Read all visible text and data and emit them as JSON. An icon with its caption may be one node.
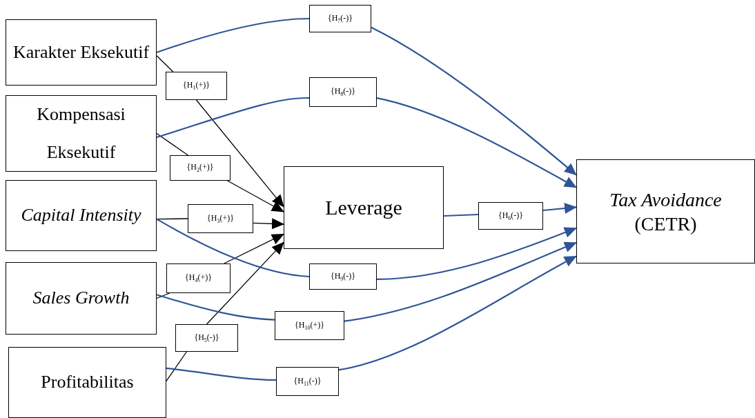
{
  "diagram": {
    "nodes": [
      {
        "text": [
          "Karakter Eksekutif"
        ]
      },
      {
        "text": [
          "Kompensasi Eksekutif"
        ]
      },
      {
        "text": [
          "*Capital Intensity*"
        ]
      },
      {
        "text": [
          "*Sales Growth*"
        ]
      },
      {
        "text": [
          "Profitabilitas"
        ]
      },
      {
        "text": [
          "Leverage"
        ]
      },
      {
        "text": [
          "*Tax Avoidance* (CETR)"
        ]
      },
      {
        "text": [
          "{H$_{1}$(+)}"
        ]
      },
      {
        "text": [
          "{H$_{2}$(+)}"
        ]
      },
      {
        "text": [
          "{H$_{3}$(+)}"
        ]
      },
      {
        "text": [
          "{H$_{4}$(+)}"
        ]
      },
      {
        "text": [
          "{H$_{5}$(-)}"
        ]
      },
      {
        "text": [
          "{H$_{6}$(-)}"
        ]
      },
      {
        "text": [
          "{H$_{7}$(-)}"
        ]
      },
      {
        "text": [
          "{H$_{8}$(-)}"
        ]
      },
      {
        "text": [
          "{H$_{9}$(-)}"
        ]
      },
      {
        "text": [
          "{H$_{10}$(+)}"
        ]
      },
      {
        "text": [
          "{H$_{11}$(-)}"
        ]
      }
    ],
    "edges": [
      {
        "from": 0,
        "to": 7,
        "arrow": "none",
        "color": "#000000"
      },
      {
        "from": 7,
        "to": 5,
        "arrow": "to",
        "color": "#000000"
      },
      {
        "from": 1,
        "to": 8,
        "arrow": "none",
        "color": "#000000"
      },
      {
        "from": 8,
        "to": 5,
        "arrow": "to",
        "color": "#000000"
      },
      {
        "from": 2,
        "to": 9,
        "arrow": "none",
        "color": "#000000"
      },
      {
        "from": 9,
        "to": 5,
        "arrow": "to",
        "color": "#000000"
      },
      {
        "from": 3,
        "to": 10,
        "arrow": "none",
        "color": "#000000"
      },
      {
        "from": 10,
        "to": 5,
        "arrow": "to",
        "color": "#000000"
      },
      {
        "from": 4,
        "to": 11,
        "arrow": "none",
        "color": "#000000"
      },
      {
        "from": 11,
        "to": 5,
        "arrow": "to",
        "color": "#000000"
      },
      {
        "from": 0,
        "to": 13,
        "arrow": "none"
      },
      {
        "from": 13,
        "to": 6,
        "arrow": "to"
      },
      {
        "from": 1,
        "to": 14,
        "arrow": "none"
      },
      {
        "from": 14,
        "to": 6,
        "arrow": "to"
      },
      {
        "from": 5,
        "to": 12,
        "arrow": "none"
      },
      {
        "from": 12,
        "to": 6,
        "arrow": "to"
      },
      {
        "from": 2,
        "to": 15,
        "arrow": "none"
      },
      {
        "from": 15,
        "to": 6,
        "arrow": "to"
      },
      {
        "from": 3,
        "to": 16,
        "arrow": "none"
      },
      {
        "from": 16,
        "to": 6,
        "arrow": "to"
      },
      {
        "from": 4,
        "to": 17,
        "arrow": "none"
      },
      {
        "from": 17,
        "to": 6,
        "arrow": "to"
      }
    ]
  }
}
